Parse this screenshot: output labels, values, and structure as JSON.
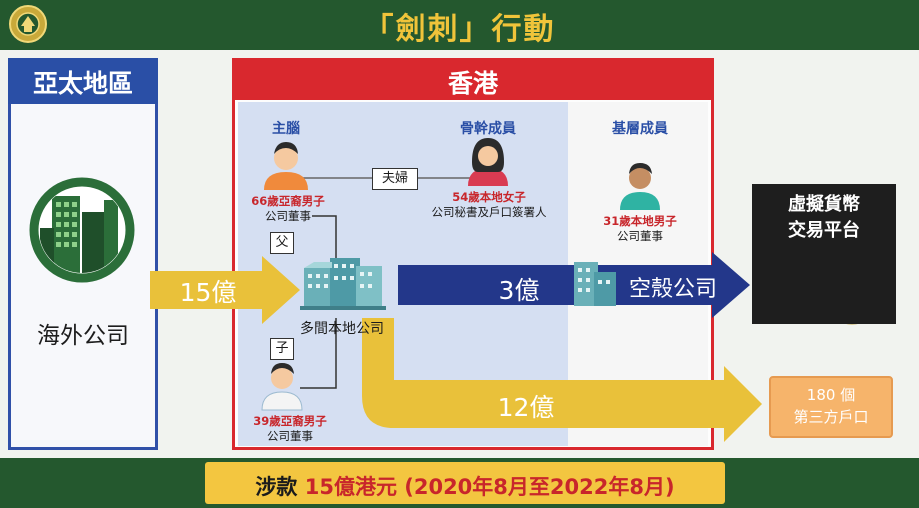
{
  "header": {
    "title": "「劍刺」行動"
  },
  "asia_pacific": {
    "title": "亞太地區",
    "company": "海外公司"
  },
  "hong_kong": {
    "title": "香港",
    "roles": {
      "mastermind": "主腦",
      "core_member": "骨幹成員",
      "grassroots_member": "基層成員"
    },
    "people": {
      "mastermind": {
        "line1": "66歲亞裔男子",
        "line2": "公司董事"
      },
      "core_member": {
        "line1": "54歲本地女子",
        "line2": "公司秘書及戶口簽署人"
      },
      "grassroots_member": {
        "line1": "31歲本地男子",
        "line2": "公司董事"
      },
      "son": {
        "line1": "39歲亞裔男子",
        "line2": "公司董事"
      }
    },
    "relations": {
      "spouse": "夫婦",
      "father": "父",
      "son": "子"
    },
    "local_companies": "多間本地公司"
  },
  "flows": {
    "inflow": "15億",
    "to_shell": "3億",
    "shell_companies": "空殼公司",
    "to_third_party": "12億"
  },
  "destinations": {
    "crypto": {
      "line1": "虛擬貨幣",
      "line2": "交易平台"
    },
    "third_party": {
      "line1": "180 個",
      "line2": "第三方戶口"
    }
  },
  "footer": {
    "label": "涉款",
    "amount": "15億港元 (2020年8月至2022年8月)"
  },
  "colors": {
    "green": "#24582e",
    "blue": "#2a4fa6",
    "red": "#d9282e",
    "yellow": "#f3c640",
    "orange": "#f6b46b"
  }
}
